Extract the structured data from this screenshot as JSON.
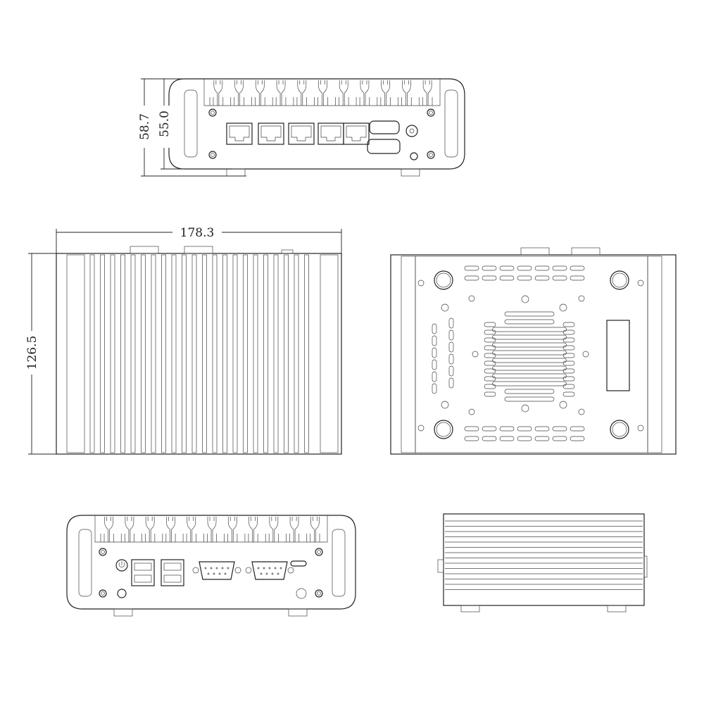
{
  "dimensions": {
    "overall_height": "58.7",
    "body_height": "55.0",
    "width": "178.3",
    "depth": "126.5"
  },
  "views": {
    "front_lan_ports": 5,
    "rear_usb_ports": 4,
    "rear_serial_ports": 2
  },
  "colors": {
    "line": "#222222",
    "background": "#ffffff"
  }
}
